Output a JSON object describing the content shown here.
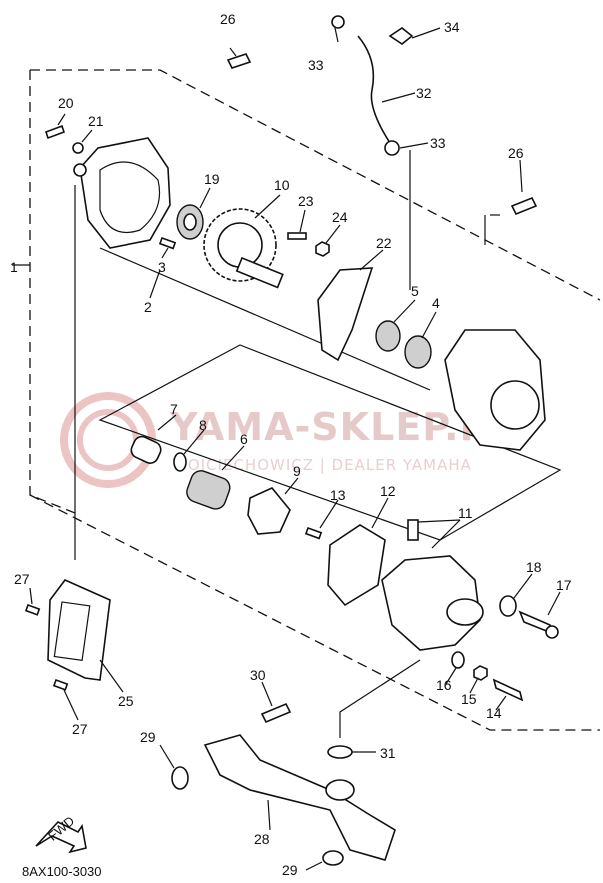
{
  "diagram": {
    "code": "8AX100-3030",
    "fwd_label": "FWD",
    "watermark": {
      "title": "YAMA-SKLEP.PL",
      "subtitle": "WOJCIECHOWICZ | DEALER YAMAHA"
    },
    "callouts": [
      "1",
      "2",
      "3",
      "4",
      "5",
      "6",
      "7",
      "8",
      "9",
      "10",
      "11",
      "12",
      "13",
      "14",
      "15",
      "16",
      "17",
      "18",
      "19",
      "20",
      "21",
      "22",
      "23",
      "24",
      "25",
      "26",
      "26",
      "27",
      "27",
      "28",
      "29",
      "29",
      "30",
      "31",
      "32",
      "33",
      "33",
      "34"
    ]
  }
}
